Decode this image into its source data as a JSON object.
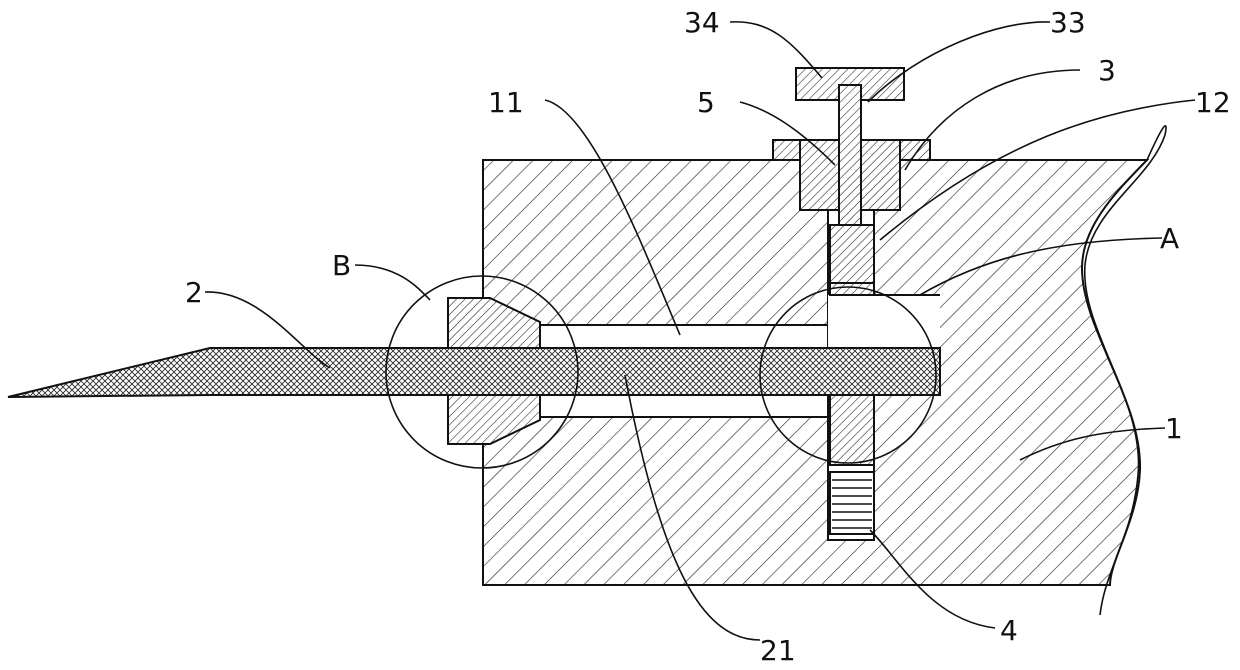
{
  "labels": {
    "l1": "1",
    "l2": "2",
    "l3": "3",
    "l4": "4",
    "l5": "5",
    "l11": "11",
    "l12": "12",
    "l21": "21",
    "l33": "33",
    "l34": "34",
    "lA": "A",
    "lB": "B"
  }
}
